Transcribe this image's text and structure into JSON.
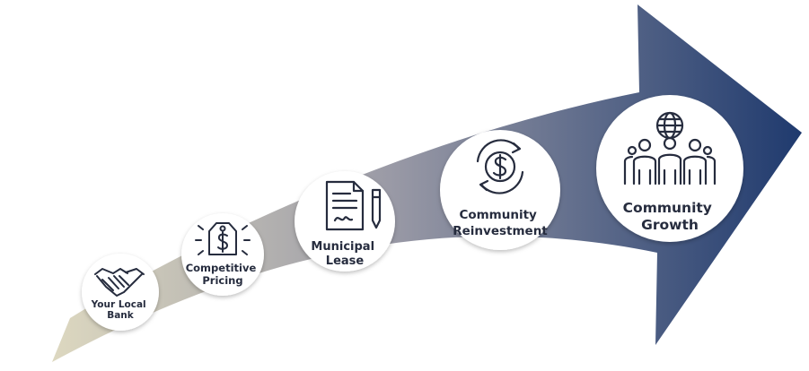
{
  "colors": {
    "arrow_start": "#ddd8c0",
    "arrow_mid": "#9a9aa6",
    "arrow_end": "#1f3a6e",
    "circle_fill": "#ffffff",
    "icon_stroke": "#262c3e",
    "label_text": "#262c3e"
  },
  "steps": [
    {
      "icon": "handshake-icon",
      "label_lines": [
        "Your Local",
        "Bank"
      ]
    },
    {
      "icon": "price-tag-icon",
      "label_lines": [
        "Competitive",
        "Pricing"
      ]
    },
    {
      "icon": "signed-document-pen-icon",
      "label_lines": [
        "Municipal",
        "Lease"
      ]
    },
    {
      "icon": "circular-dollar-arrows-icon",
      "label_lines": [
        "Community",
        "Reinvestment"
      ]
    },
    {
      "icon": "people-globe-icon",
      "label_lines": [
        "Community",
        "Growth"
      ]
    }
  ]
}
